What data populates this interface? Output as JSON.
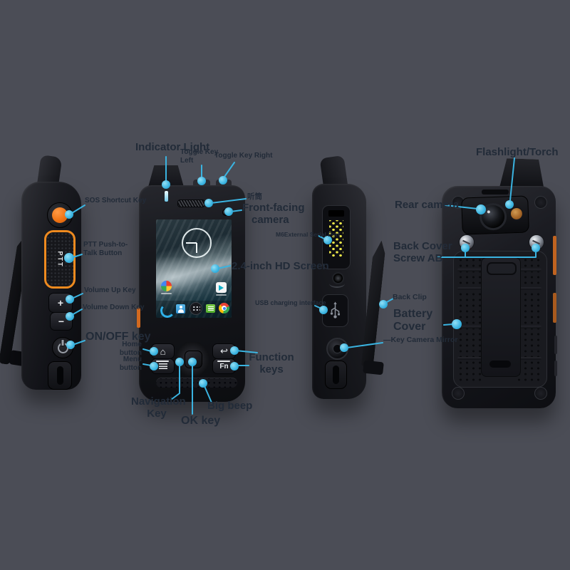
{
  "colors": {
    "background": "#4b4d56",
    "callout_blue": "#3ab3e0",
    "label_text": "#222b38",
    "device_orange": "#ee8a1f",
    "serial_pin_yellow": "#ece649"
  },
  "annotations": {
    "indicator_light": {
      "label": "Indicator Light"
    },
    "toggle_key_left": {
      "line1": "Toggle Key",
      "line2": "Left"
    },
    "toggle_key_right": {
      "label": "Toggle Key Right"
    },
    "flashlight_torch": {
      "label": "Flashlight/Torch"
    },
    "sos_shortcut_key": {
      "label": "SOS Shortcut Key"
    },
    "earpiece_cn": {
      "label": "听筒"
    },
    "front_facing_camera": {
      "line1": "Front-facing",
      "line2": "camera"
    },
    "rear_camera": {
      "label": "Rear camera"
    },
    "m6_serial_port": {
      "label": "M6External Serial Port"
    },
    "ptt_button": {
      "line1": "PTT Push-to-",
      "line2": "Talk Button"
    },
    "back_cover_screw": {
      "line1": "Back Cover",
      "line2": "Screw AB"
    },
    "hd_screen": {
      "label": "2.4-inch HD Screen"
    },
    "volume_up_key": {
      "label": "Volume Up Key"
    },
    "usb_interface": {
      "label": "USB charging interface"
    },
    "back_clip": {
      "label": "Back Clip"
    },
    "volume_down_key": {
      "label": "Volume Down Key"
    },
    "battery_cover": {
      "line1": "Battery",
      "line2": "Cover"
    },
    "on_off_key": {
      "label": "ON/OFF key"
    },
    "home_button": {
      "line1": "Home",
      "line2": "button"
    },
    "key_camera_mirror": {
      "label": "—Key Camera Mirror"
    },
    "menu_button": {
      "line1": "Menu",
      "line2": "button"
    },
    "function_keys": {
      "line1": "Function",
      "line2": "keys"
    },
    "navigation_key": {
      "line1": "Navigation",
      "line2": "Key"
    },
    "big_beep": {
      "label": "Big beep"
    },
    "ok_key": {
      "label": "OK key"
    }
  },
  "device_texts": {
    "ptt_key": "PTT",
    "volume_up_glyph": "+",
    "volume_down_glyph": "−",
    "fn_key": "Fn",
    "home_glyph": "⌂",
    "back_glyph": "↩"
  }
}
